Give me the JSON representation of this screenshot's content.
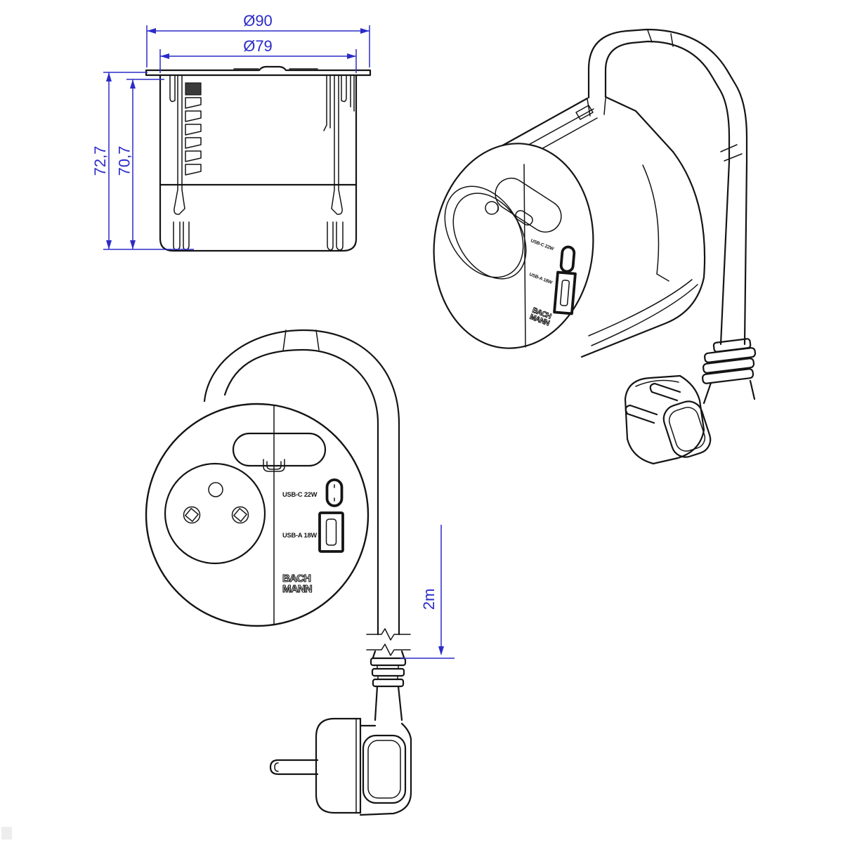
{
  "meta": {
    "background_color": "#ffffff",
    "line_color": "#141414",
    "dimension_color": "#2b2bc8"
  },
  "section_view": {
    "dim_outer_diameter": "Ø90",
    "dim_inner_diameter": "Ø79",
    "dim_total_height": "72,7",
    "dim_body_height": "70,7"
  },
  "front_view": {
    "usb_c_label": "USB-C 22W",
    "usb_a_label": "USB-A 18W",
    "brand_line1": "BACH",
    "brand_line2": "MANN",
    "cable_length_label": "2m"
  },
  "iso_view": {
    "usb_c_label": "USB-C 22W",
    "usb_a_label": "USB-A 18W",
    "brand_line1": "BACH",
    "brand_line2": "MANN"
  }
}
